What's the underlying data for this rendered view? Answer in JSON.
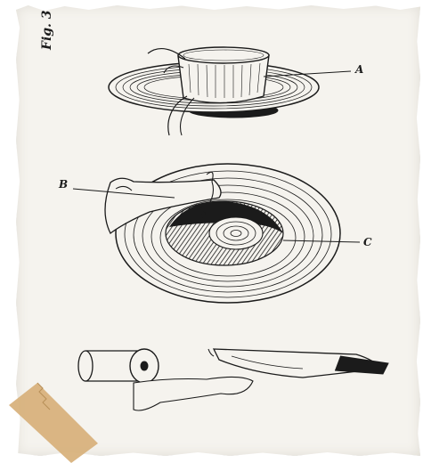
{
  "figure": {
    "caption": "Fig. 3",
    "labels": {
      "a": "A",
      "b": "B",
      "c": "C"
    }
  },
  "colors": {
    "paper": "#f5f3ee",
    "ink": "#1b1b1b",
    "tape": "#d7b07a"
  }
}
